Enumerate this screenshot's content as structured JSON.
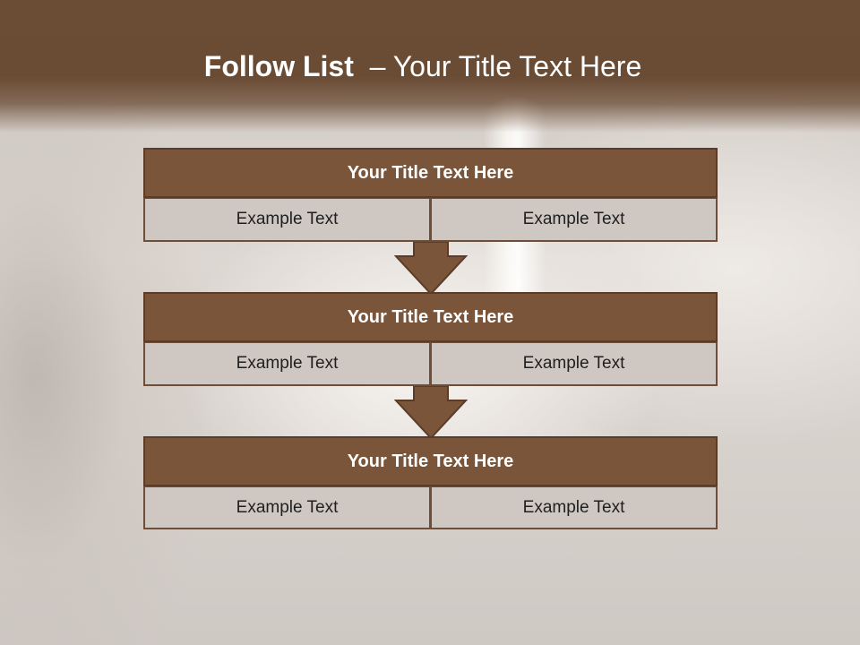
{
  "header": {
    "title_bold": "Follow List",
    "title_rest": "  – Your Title Text Here"
  },
  "blocks": [
    {
      "title": "Your Title Text Here",
      "left_text": "Example Text",
      "right_text": "Example Text"
    },
    {
      "title": "Your Title Text Here",
      "left_text": "Example Text",
      "right_text": "Example Text"
    },
    {
      "title": "Your Title Text Here",
      "left_text": "Example Text",
      "right_text": "Example Text"
    }
  ],
  "colors": {
    "header_band": "#6b4c35",
    "block_title_bg": "#7a553a",
    "cell_bg": "#cfc7c2",
    "arrow_fill": "#7a553a"
  }
}
